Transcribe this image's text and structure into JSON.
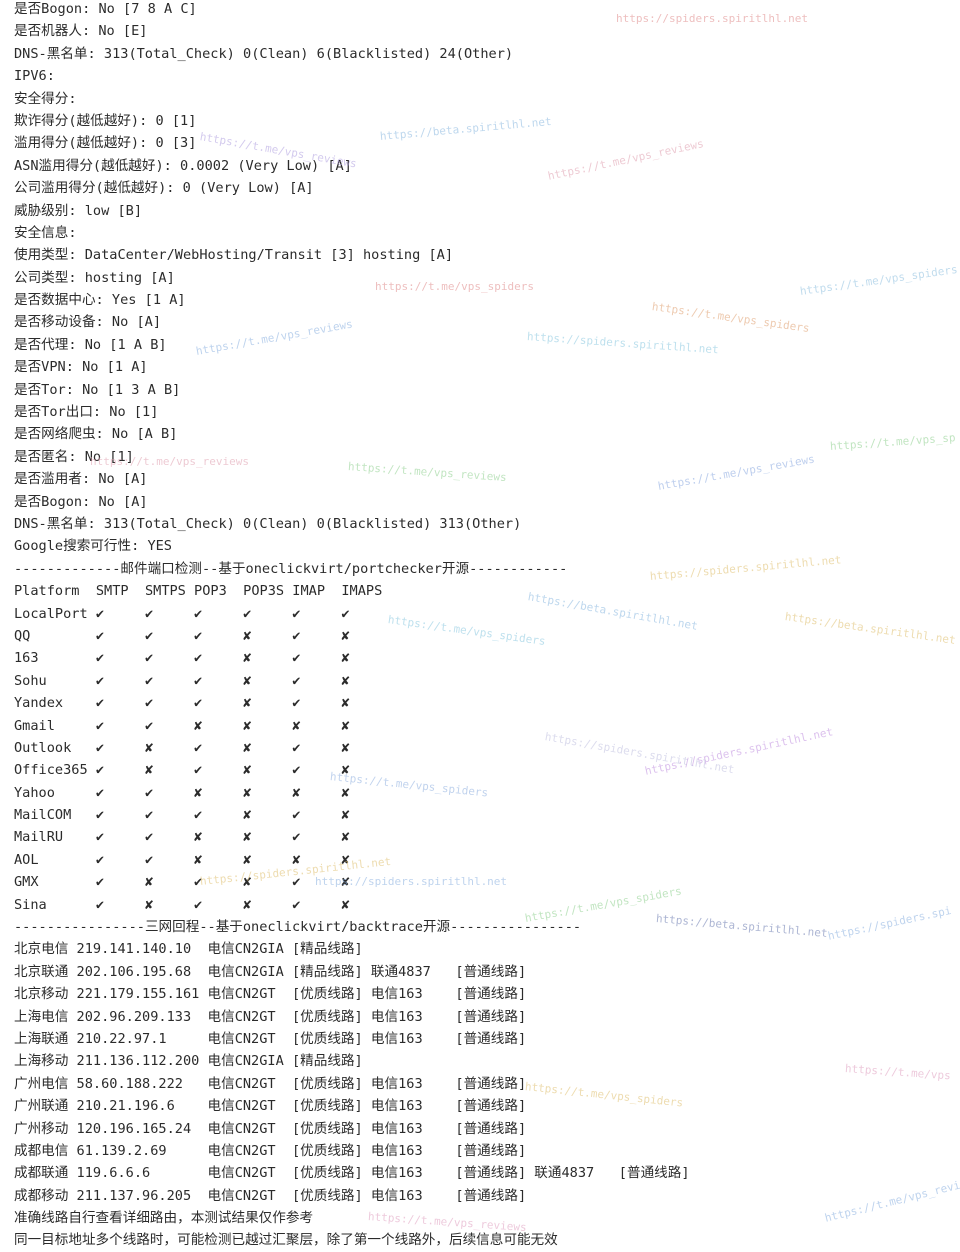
{
  "terminal": {
    "lines": [
      "是否Bogon: No [7 8 A C]",
      "是否机器人: No [E]",
      "DNS-黑名单: 313(Total_Check) 0(Clean) 6(Blacklisted) 24(Other)",
      "IPV6:",
      "安全得分:",
      "欺诈得分(越低越好): 0 [1]",
      "滥用得分(越低越好): 0 [3]",
      "ASN滥用得分(越低越好): 0.0002 (Very Low) [A]",
      "公司滥用得分(越低越好): 0 (Very Low) [A]",
      "威胁级别: low [B]",
      "安全信息:",
      "使用类型: DataCenter/WebHosting/Transit [3] hosting [A]",
      "公司类型: hosting [A]",
      "是否数据中心: Yes [1 A]",
      "是否移动设备: No [A]",
      "是否代理: No [1 A B]",
      "是否VPN: No [1 A]",
      "是否Tor: No [1 3 A B]",
      "是否Tor出口: No [1]",
      "是否网络爬虫: No [A B]",
      "是否匿名: No [1]",
      "是否滥用者: No [A]",
      "是否Bogon: No [A]",
      "DNS-黑名单: 313(Total_Check) 0(Clean) 0(Blacklisted) 313(Other)",
      "Google搜索可行性: YES",
      "-------------邮件端口检测--基于oneclickvirt/portchecker开源------------",
      "Platform  SMTP  SMTPS POP3  POP3S IMAP  IMAPS",
      "LocalPort ✔     ✔     ✔     ✔     ✔     ✔",
      "QQ        ✔     ✔     ✔     ✘     ✔     ✘",
      "163       ✔     ✔     ✔     ✘     ✔     ✘",
      "Sohu      ✔     ✔     ✔     ✘     ✔     ✘",
      "Yandex    ✔     ✔     ✔     ✘     ✔     ✘",
      "Gmail     ✔     ✔     ✘     ✘     ✘     ✘",
      "Outlook   ✔     ✘     ✔     ✘     ✔     ✘",
      "Office365 ✔     ✘     ✔     ✘     ✔     ✘",
      "Yahoo     ✔     ✔     ✘     ✘     ✘     ✘",
      "MailCOM   ✔     ✔     ✔     ✘     ✔     ✘",
      "MailRU    ✔     ✔     ✘     ✘     ✔     ✘",
      "AOL       ✔     ✔     ✘     ✘     ✘     ✘",
      "GMX       ✔     ✘     ✔     ✘     ✔     ✘",
      "Sina      ✔     ✘     ✔     ✘     ✔     ✘",
      "----------------三网回程--基于oneclickvirt/backtrace开源----------------",
      "北京电信 219.141.140.10  电信CN2GIA [精品线路]",
      "北京联通 202.106.195.68  电信CN2GIA [精品线路] 联通4837   [普通线路]",
      "北京移动 221.179.155.161 电信CN2GT  [优质线路] 电信163    [普通线路]",
      "上海电信 202.96.209.133  电信CN2GT  [优质线路] 电信163    [普通线路]",
      "上海联通 210.22.97.1     电信CN2GT  [优质线路] 电信163    [普通线路]",
      "上海移动 211.136.112.200 电信CN2GIA [精品线路]",
      "广州电信 58.60.188.222   电信CN2GT  [优质线路] 电信163    [普通线路]",
      "广州联通 210.21.196.6    电信CN2GT  [优质线路] 电信163    [普通线路]",
      "广州移动 120.196.165.24  电信CN2GT  [优质线路] 电信163    [普通线路]",
      "成都电信 61.139.2.69     电信CN2GT  [优质线路] 电信163    [普通线路]",
      "成都联通 119.6.6.6       电信CN2GT  [优质线路] 电信163    [普通线路] 联通4837   [普通线路]",
      "成都移动 211.137.96.205  电信CN2GT  [优质线路] 电信163    [普通线路]",
      "准确线路自行查看详细路由，本测试结果仅作参考",
      "同一目标地址多个线路时，可能检测已越过汇聚层，除了第一个线路外，后续信息可能无效"
    ]
  },
  "watermarks": [
    {
      "text": "https://spiders.spiritlhl.net",
      "color": "#e08a8a"
    },
    {
      "text": "https://beta.spiritlhl.net",
      "color": "#8ab8e0"
    },
    {
      "text": "https://t.me/vps_reviews",
      "color": "#b0a0e0"
    },
    {
      "text": "https://t.me/vps_spiders",
      "color": "#e08a8a"
    },
    {
      "text": "https://t.me/vps_reviews",
      "color": "#e0a0b0"
    },
    {
      "text": "https://t.me/vps_spiders",
      "color": "#e0a070"
    },
    {
      "text": "https://t.me/vps_spiders",
      "color": "#90c0e0"
    },
    {
      "text": "https://t.me/vps_reviews",
      "color": "#8ab0e0"
    },
    {
      "text": "https://spiders.spiritlhl.net",
      "color": "#8ac8e0"
    },
    {
      "text": "https://t.me/vps_reviews",
      "color": "#90d090"
    },
    {
      "text": "https://t.me/vps_reviews",
      "color": "#8aa8e0"
    },
    {
      "text": "https://t.me/vps_sp",
      "color": "#90d090"
    },
    {
      "text": "https://beta.spiritlhl.net",
      "color": "#8ab8e0"
    },
    {
      "text": "https://spiders.spiritlhl.net",
      "color": "#e0c070"
    },
    {
      "text": "https://t.me/vps_spiders",
      "color": "#8ac8e0"
    },
    {
      "text": "https://beta.spiritlhl.net",
      "color": "#e0c070"
    },
    {
      "text": "https://spiders.spiritlhl.net",
      "color": "#c090e0"
    },
    {
      "text": "https://t.me/vps_spiders",
      "color": "#90b0e0"
    },
    {
      "text": "https://spiders.spiritlhl.net",
      "color": "#8ab0e0"
    },
    {
      "text": "https://t.me/vps_spiders",
      "color": "#90d090"
    },
    {
      "text": "https://beta.spiritlhl.net",
      "color": "#6a7ab0"
    },
    {
      "text": "https://spiders.spi",
      "color": "#8ab0e0"
    },
    {
      "text": "https://t.me/vps",
      "color": "#e0a0c0"
    },
    {
      "text": "https://t.me/vps_reviews",
      "color": "#e0a0c0"
    },
    {
      "text": "https://spiders.spiritlhl.net",
      "color": "#e0c070"
    },
    {
      "text": "https://t.me/vps_reviews",
      "color": "#e0a0b0"
    },
    {
      "text": "https://t.me/vps_reviews",
      "color": "#8ab0e0"
    },
    {
      "text": "https://t.me/vps_spiders",
      "color": "#e0c070"
    },
    {
      "text": "https://spiders.spiritlhl.net",
      "color": "#c0c0e0"
    }
  ]
}
